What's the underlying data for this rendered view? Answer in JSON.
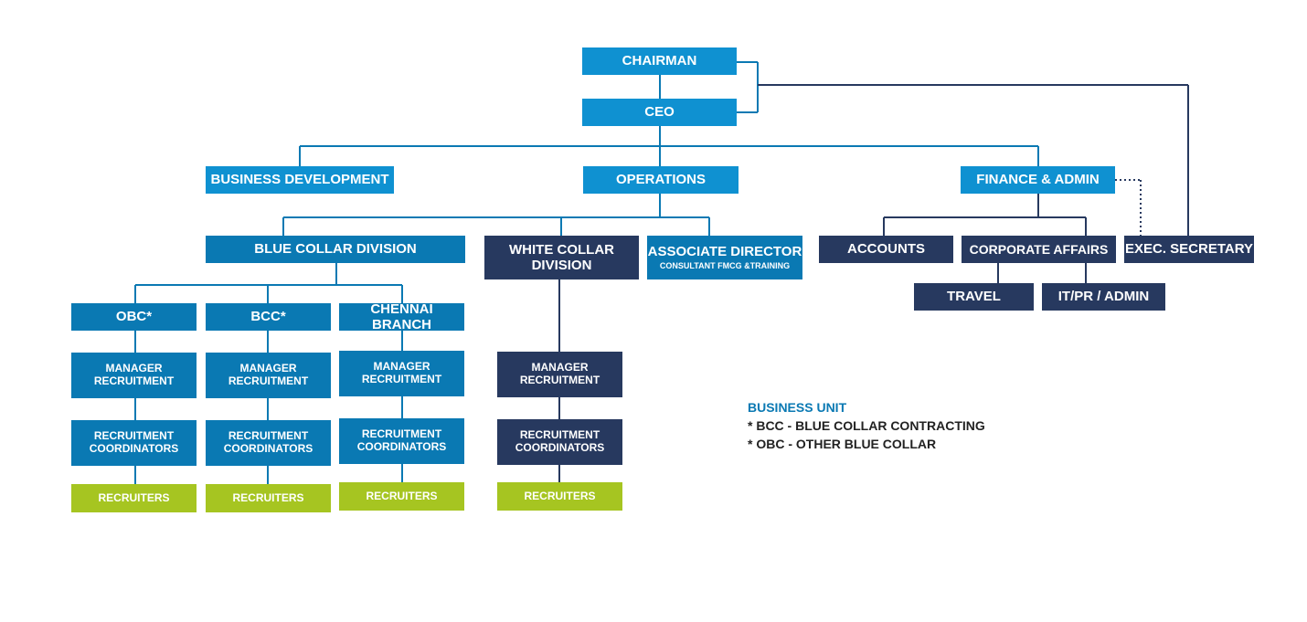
{
  "nodes": {
    "chairman": "CHAIRMAN",
    "ceo": "CEO",
    "business_development": "BUSINESS DEVELOPMENT",
    "operations": "OPERATIONS",
    "finance_admin": "FINANCE & ADMIN",
    "blue_collar_division": "BLUE COLLAR DIVISION",
    "white_collar_division": "WHITE COLLAR DIVISION",
    "associate_director": "ASSOCIATE DIRECTOR",
    "associate_director_sub": "CONSULTANT FMCG &TRAINING",
    "accounts": "ACCOUNTS",
    "corporate_affairs": "CORPORATE AFFAIRS",
    "exec_secretary": "EXEC. SECRETARY",
    "travel": "TRAVEL",
    "it_pr_admin": "IT/PR / ADMIN",
    "obc": "OBC*",
    "bcc": "BCC*",
    "chennai_branch": "CHENNAI BRANCH",
    "manager_recruitment": "MANAGER RECRUITMENT",
    "recruitment_coordinators": "RECRUITMENT COORDINATORS",
    "recruiters": "RECRUITERS"
  },
  "legend": {
    "title": "BUSINESS UNIT",
    "items": [
      "* BCC - BLUE COLLAR CONTRACTING",
      "* OBC - OTHER BLUE COLLAR"
    ]
  },
  "colors": {
    "top_level": "#0f91d1",
    "blue_collar": "#0a79b3",
    "white_collar": "#27395f",
    "recruiters": "#a6c521"
  }
}
